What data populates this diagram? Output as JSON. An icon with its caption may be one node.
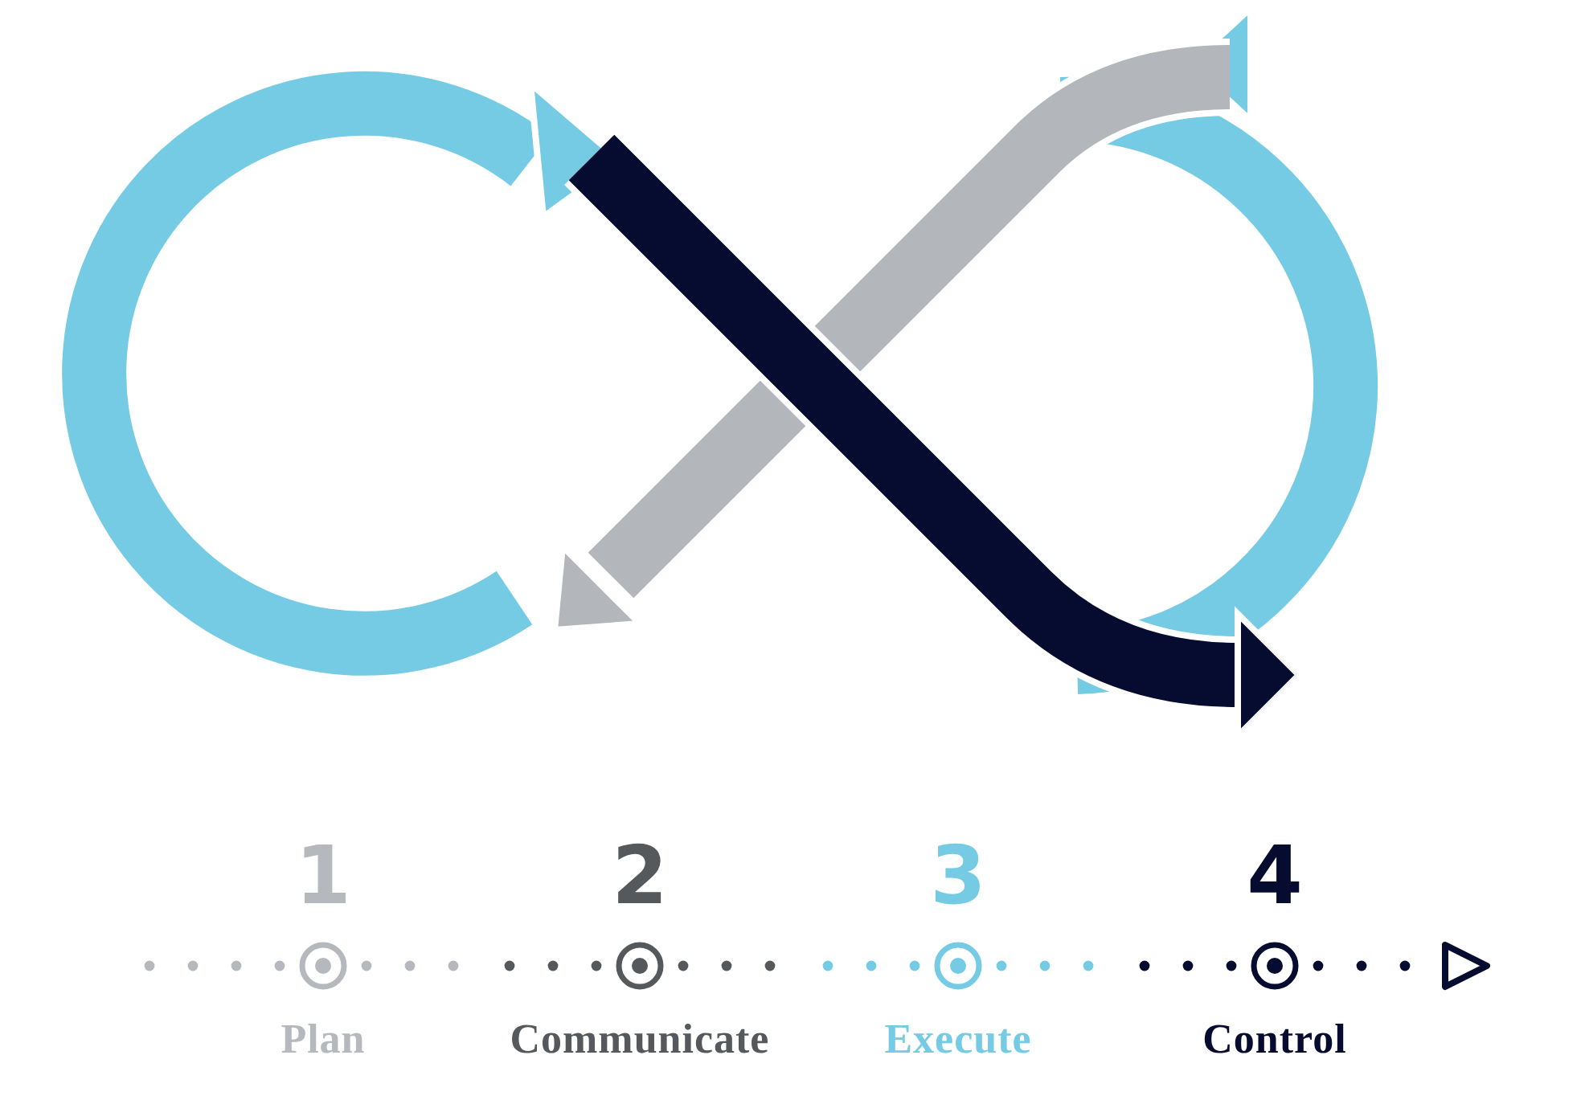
{
  "diagram": {
    "nodes": [
      {
        "text": [
          "1",
          "Plan"
        ]
      },
      {
        "text": [
          "2",
          "Communicate"
        ]
      },
      {
        "text": [
          "3",
          "Execute"
        ]
      },
      {
        "text": [
          "4",
          "Control"
        ]
      }
    ]
  }
}
